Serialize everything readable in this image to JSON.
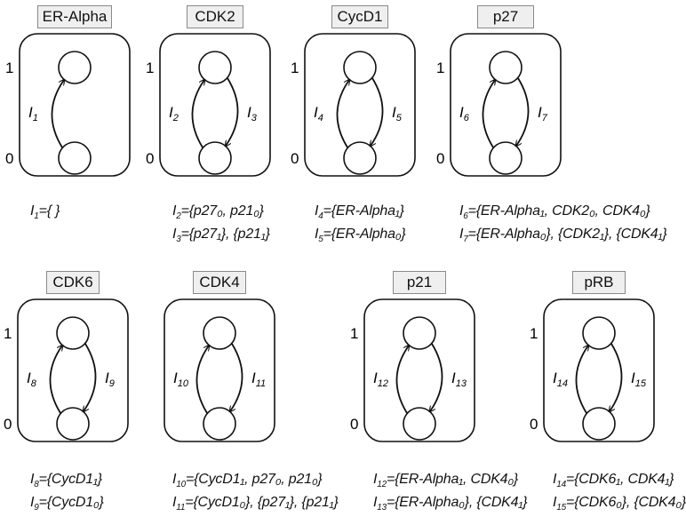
{
  "levels": {
    "high": "1",
    "low": "0"
  },
  "modules": [
    {
      "title": "ER-Alpha",
      "edges": [
        {
          "var": "I",
          "sub": "1",
          "dir": "up"
        }
      ],
      "caption": [
        {
          "var": "I",
          "sub": "1",
          "text": "={ }"
        }
      ]
    },
    {
      "title": "CDK2",
      "edges": [
        {
          "var": "I",
          "sub": "2",
          "dir": "up"
        },
        {
          "var": "I",
          "sub": "3",
          "dir": "down"
        }
      ],
      "caption": [
        {
          "var": "I",
          "sub": "2",
          "text": "={p27₀, p21₀}"
        },
        {
          "var": "I",
          "sub": "3",
          "text": "={p27₁}, {p21₁}"
        }
      ]
    },
    {
      "title": "CycD1",
      "edges": [
        {
          "var": "I",
          "sub": "4",
          "dir": "up"
        },
        {
          "var": "I",
          "sub": "5",
          "dir": "down"
        }
      ],
      "caption": [
        {
          "var": "I",
          "sub": "4",
          "text": "={ER-Alpha₁}"
        },
        {
          "var": "I",
          "sub": "5",
          "text": "={ER-Alpha₀}"
        }
      ]
    },
    {
      "title": "p27",
      "edges": [
        {
          "var": "I",
          "sub": "6",
          "dir": "up"
        },
        {
          "var": "I",
          "sub": "7",
          "dir": "down"
        }
      ],
      "caption": [
        {
          "var": "I",
          "sub": "6",
          "text": "={ER-Alpha₁, CDK2₀, CDK4₀}"
        },
        {
          "var": "I",
          "sub": "7",
          "text": "={ER-Alpha₀}, {CDK2₁}, {CDK4₁}"
        }
      ]
    },
    {
      "title": "CDK6",
      "edges": [
        {
          "var": "I",
          "sub": "8",
          "dir": "up"
        },
        {
          "var": "I",
          "sub": "9",
          "dir": "down"
        }
      ],
      "caption": [
        {
          "var": "I",
          "sub": "8",
          "text": "={CycD1₁}"
        },
        {
          "var": "I",
          "sub": "9",
          "text": "={CycD1₀}"
        }
      ]
    },
    {
      "title": "CDK4",
      "edges": [
        {
          "var": "I",
          "sub": "10",
          "dir": "up"
        },
        {
          "var": "I",
          "sub": "11",
          "dir": "down"
        }
      ],
      "caption": [
        {
          "var": "I",
          "sub": "10",
          "text": "={CycD1₁, p27₀, p21₀}"
        },
        {
          "var": "I",
          "sub": "11",
          "text": "={CycD1₀}, {p27₁}, {p21₁}"
        }
      ]
    },
    {
      "title": "p21",
      "edges": [
        {
          "var": "I",
          "sub": "12",
          "dir": "up"
        },
        {
          "var": "I",
          "sub": "13",
          "dir": "down"
        }
      ],
      "caption": [
        {
          "var": "I",
          "sub": "12",
          "text": "={ER-Alpha₁, CDK4₀}"
        },
        {
          "var": "I",
          "sub": "13",
          "text": "={ER-Alpha₀}, {CDK4₁}"
        }
      ]
    },
    {
      "title": "pRB",
      "edges": [
        {
          "var": "I",
          "sub": "14",
          "dir": "up"
        },
        {
          "var": "I",
          "sub": "15",
          "dir": "down"
        }
      ],
      "caption": [
        {
          "var": "I",
          "sub": "14",
          "text": "={CDK6₁, CDK4₁}"
        },
        {
          "var": "I",
          "sub": "15",
          "text": "={CDK6₀}, {CDK4₀}"
        }
      ]
    }
  ]
}
